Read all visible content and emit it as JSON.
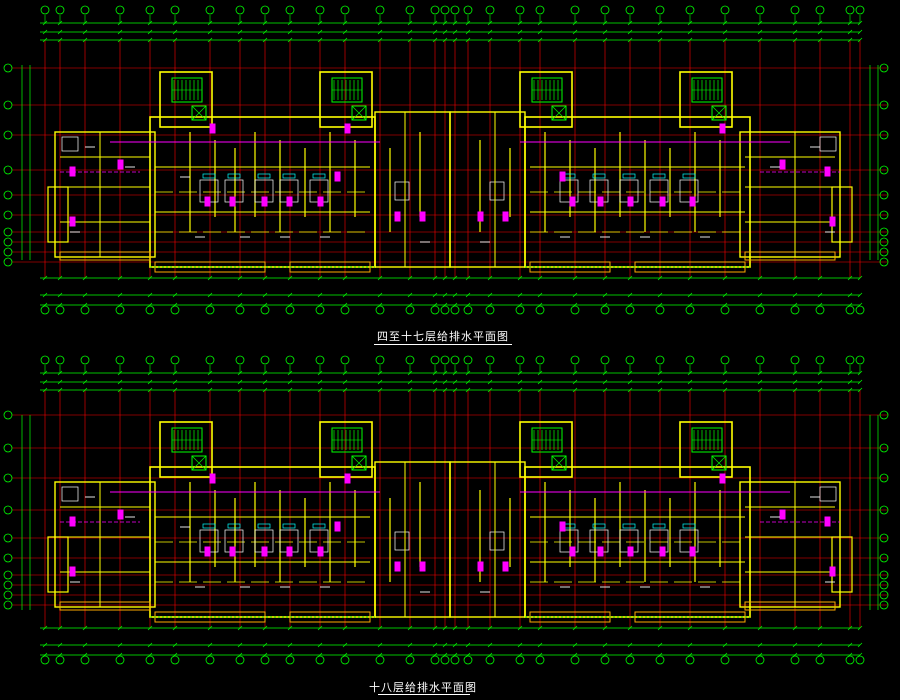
{
  "drawing": {
    "background_color": "#000000",
    "colors": {
      "axis_grid": "#ff0000",
      "dimension": "#00ff00",
      "wall": "#ffff00",
      "wall_outline": "#ffaa00",
      "pipe": "#ff00ff",
      "fixture": "#ffffff",
      "stair": "#00ff00",
      "window": "#00ffff",
      "text": "#ffffff"
    },
    "plans": [
      {
        "id": "upper",
        "title": "四至十七层给排水平面图"
      },
      {
        "id": "lower",
        "title": "十八层给排水平面图"
      }
    ]
  }
}
